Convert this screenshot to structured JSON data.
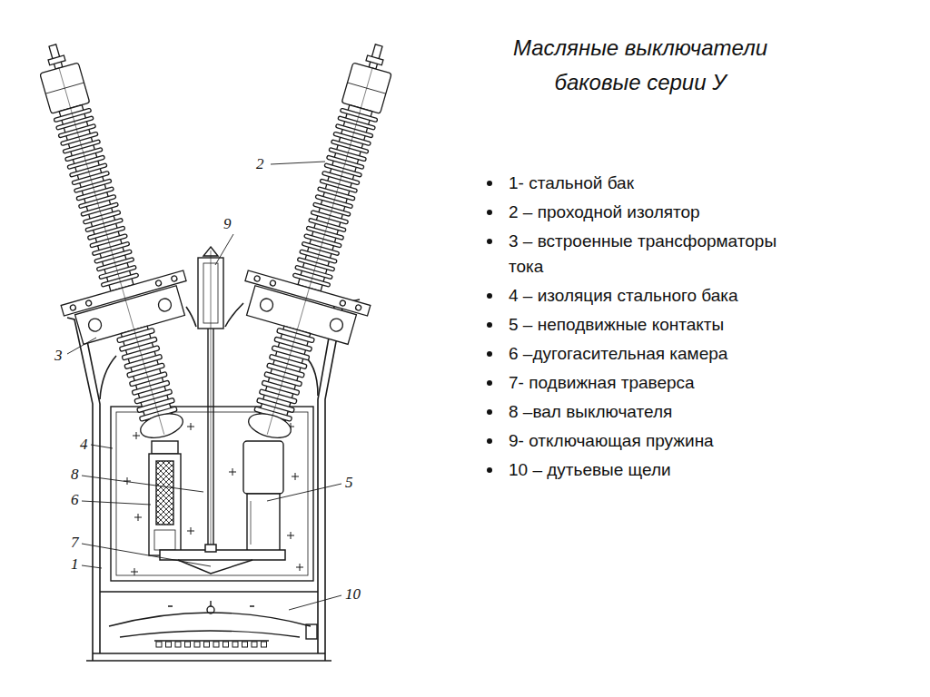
{
  "diagram": {
    "title": "Масляные выключатели баковые серии У",
    "labels": [
      "2",
      "9",
      "3",
      "4",
      "8",
      "5",
      "6",
      "7",
      "1",
      "10",
      "1- стальной бак",
      "2 – проходной изолятор",
      "3 – встроенные трансформаторы тока",
      "4 – изоляция стального бака",
      "5 – неподвижные контакты",
      "6 –дугогасительная камера",
      "7- подвижная траверса",
      "8 –вал выключателя",
      "9- отключающая пружина",
      "10 – дутьевые щели"
    ]
  }
}
